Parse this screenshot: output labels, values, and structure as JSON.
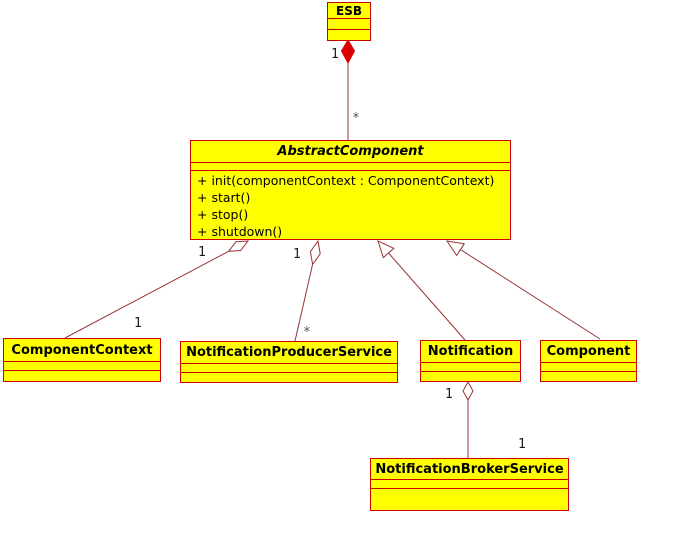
{
  "colors": {
    "class_fill": "#ffff00",
    "class_border": "#cc0000",
    "connector": "#993333",
    "composition_fill": "#dd0000",
    "background": "#ffffff"
  },
  "classes": {
    "esb": {
      "name": "ESB"
    },
    "abstract_component": {
      "name": "AbstractComponent",
      "operations": [
        "+ init(componentContext : ComponentContext)",
        "+ start()",
        "+ stop()",
        "+ shutdown()"
      ]
    },
    "component_context": {
      "name": "ComponentContext"
    },
    "notification_producer_service": {
      "name": "NotificationProducerService"
    },
    "notification": {
      "name": "Notification"
    },
    "component": {
      "name": "Component"
    },
    "notification_broker_service": {
      "name": "NotificationBrokerService"
    }
  },
  "multiplicities": {
    "esb_source": "1",
    "esb_target": "*",
    "componentcontext_source": "1",
    "componentcontext_target": "1",
    "producer_source": "1",
    "producer_target": "*",
    "broker_source": "1",
    "broker_target": "1"
  }
}
